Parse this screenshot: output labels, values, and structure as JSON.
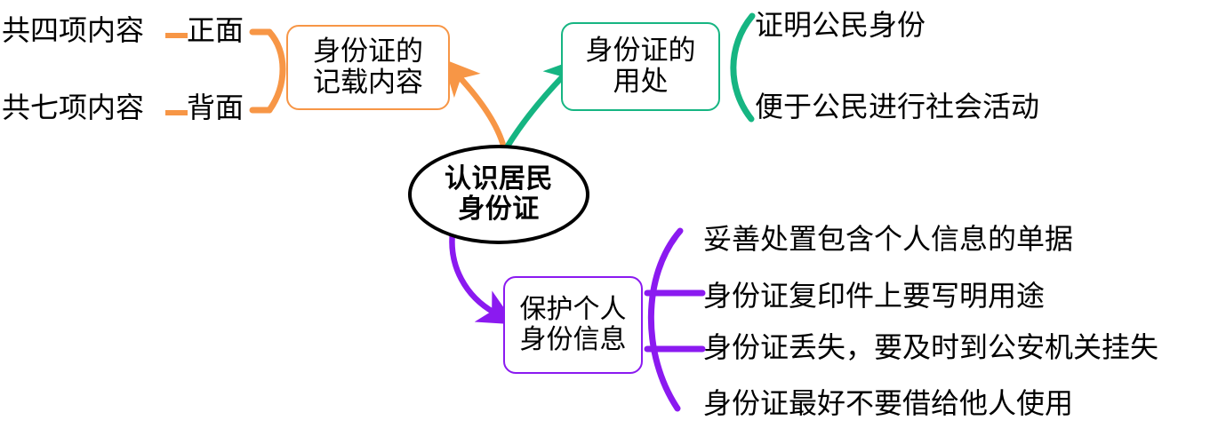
{
  "diagram": {
    "title": "认识居民身份证",
    "type": "mind-map",
    "background": "#ffffff",
    "colors": {
      "orange": "#F79646",
      "green": "#16B582",
      "purple": "#8B1AF0",
      "center": "#000000"
    }
  },
  "center": {
    "line1": "认识居民",
    "line2": "身份证"
  },
  "branches": {
    "record": {
      "color": "#F79646",
      "box_line1": "身份证的",
      "box_line2": "记载内容",
      "children": [
        {
          "label": "正面",
          "detail": "共四项内容"
        },
        {
          "label": "背面",
          "detail": "共七项内容"
        }
      ]
    },
    "usage": {
      "color": "#16B582",
      "box_line1": "身份证的",
      "box_line2": "用处",
      "children": [
        {
          "label": "证明公民身份"
        },
        {
          "label": "便于公民进行社会活动"
        }
      ]
    },
    "protect": {
      "color": "#8B1AF0",
      "box_line1": "保护个人",
      "box_line2": "身份信息",
      "children": [
        {
          "label": "妥善处置包含个人信息的单据"
        },
        {
          "label": "身份证复印件上要写明用途"
        },
        {
          "label": "身份证丢失，要及时到公安机关挂失"
        },
        {
          "label": "身份证最好不要借给他人使用"
        }
      ]
    }
  }
}
